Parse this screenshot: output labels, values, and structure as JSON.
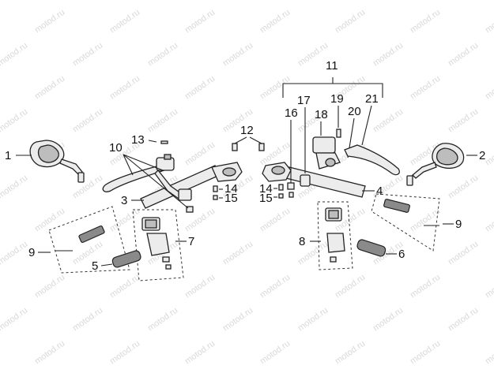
{
  "watermark": "motod.ru",
  "callouts": {
    "c1": "1",
    "c2": "2",
    "c3": "3",
    "c4": "4",
    "c5": "5",
    "c6": "6",
    "c7": "7",
    "c8": "8",
    "c9_left": "9",
    "c9_right": "9",
    "c10": "10",
    "c11": "11",
    "c12": "12",
    "c13": "13",
    "c14_left": "14",
    "c14_right": "14",
    "c15_left": "15",
    "c15_right": "15",
    "c16": "16",
    "c17": "17",
    "c18": "18",
    "c19": "19",
    "c20": "20",
    "c21": "21"
  },
  "colors": {
    "line": "#222222",
    "part_fill": "#ececec",
    "grip_fill": "#8a8a8a",
    "watermark": "#d9d9d9"
  }
}
